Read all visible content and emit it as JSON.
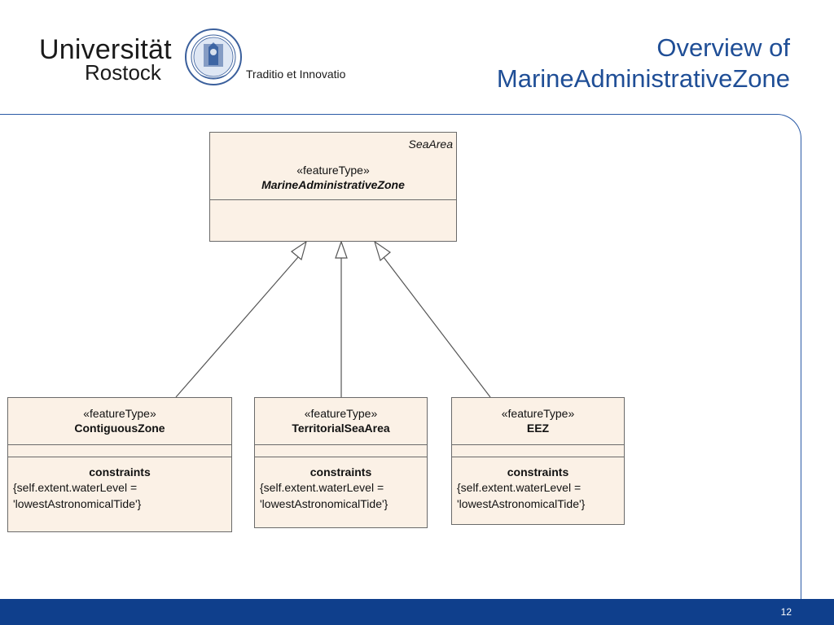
{
  "header": {
    "university_name": "Universität",
    "university_city": "Rostock",
    "motto": "Traditio et Innovatio",
    "seal_icon": "university-seal-icon"
  },
  "slide": {
    "title_line1": "Overview of",
    "title_line2": "MarineAdministrativeZone",
    "page_number": "12"
  },
  "colors": {
    "title": "#1f4e96",
    "footer": "#0f3f8c",
    "uml_fill": "#fbf1e6",
    "uml_border": "#6a6a6a"
  },
  "diagram": {
    "superclass": {
      "package": "SeaArea",
      "stereotype": "«featureType»",
      "name": "MarineAdministrativeZone"
    },
    "subclasses": [
      {
        "stereotype": "«featureType»",
        "name": "ContiguousZone",
        "constraints_title": "constraints",
        "constraint_line1": "{self.extent.waterLevel =",
        "constraint_line2": "'lowestAstronomicalTide'}"
      },
      {
        "stereotype": "«featureType»",
        "name": "TerritorialSeaArea",
        "constraints_title": "constraints",
        "constraint_line1": "{self.extent.waterLevel =",
        "constraint_line2": "'lowestAstronomicalTide'}"
      },
      {
        "stereotype": "«featureType»",
        "name": "EEZ",
        "constraints_title": "constraints",
        "constraint_line1": "{self.extent.waterLevel =",
        "constraint_line2": "'lowestAstronomicalTide'}"
      }
    ],
    "relation": "generalization"
  }
}
